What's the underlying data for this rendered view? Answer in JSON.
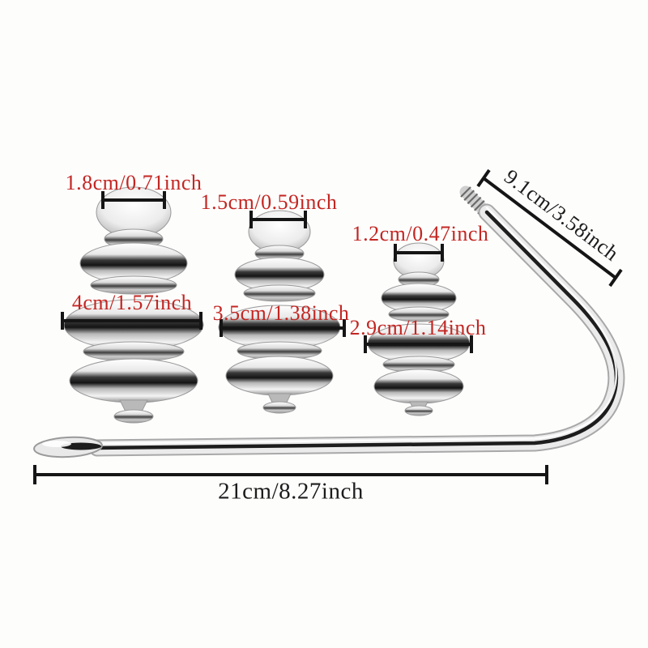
{
  "colors": {
    "background": "#fdfdfc",
    "label_red": "#c32622",
    "label_black": "#1c1c1c",
    "dimension_line": "#151515",
    "chrome_light": "#ebebeb",
    "chrome_dark": "#1d1d1d"
  },
  "dimensions": {
    "plugs": [
      {
        "id": "large",
        "tip_diameter": "1.8cm/0.71inch",
        "body_diameter": "4cm/1.57inch"
      },
      {
        "id": "medium",
        "tip_diameter": "1.5cm/0.59inch",
        "body_diameter": "3.5cm/1.38inch"
      },
      {
        "id": "small",
        "tip_diameter": "1.2cm/0.47inch",
        "body_diameter": "2.9cm/1.14inch"
      }
    ],
    "hook": {
      "upper_arm": "9.1cm/3.58inch",
      "total_length": "21cm/8.27inch"
    }
  }
}
